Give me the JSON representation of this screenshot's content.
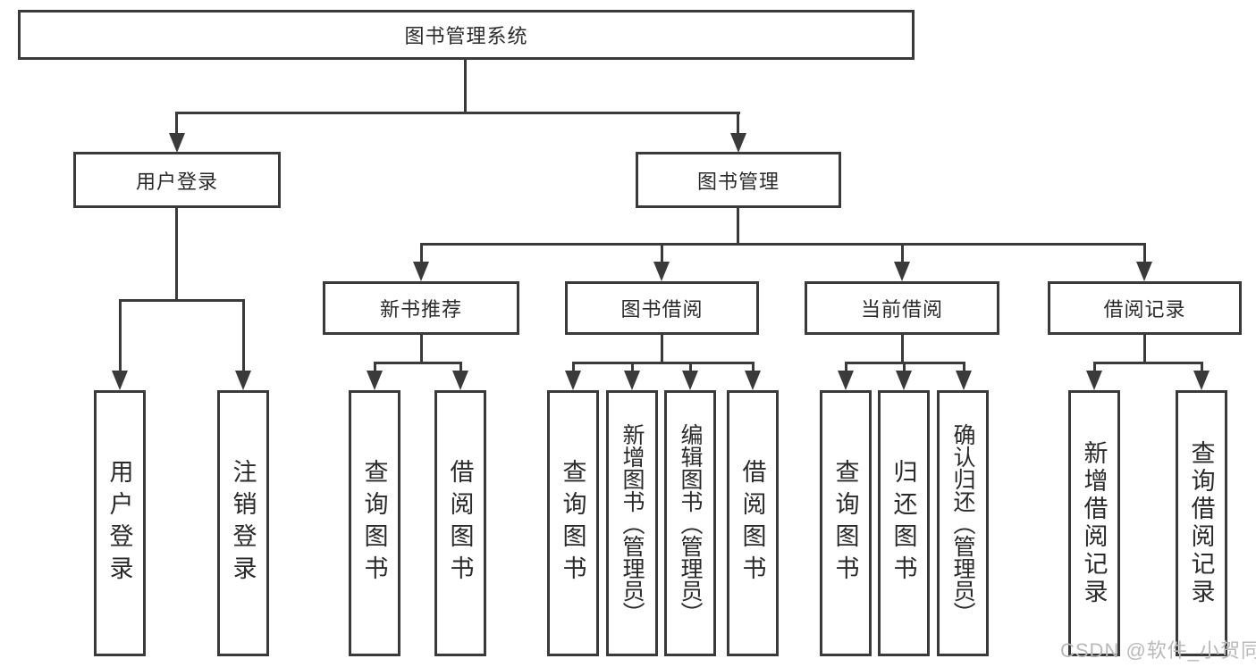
{
  "colors": {
    "line": "#3a3a3a",
    "text": "#2a2a2a",
    "watermark": "#b9b9b9",
    "background": "#ffffff"
  },
  "watermark": {
    "text": "CSDN @软件_小贺同学"
  },
  "diagram": {
    "root": {
      "label": "图书管理系统"
    },
    "branches": [
      {
        "label": "用户登录",
        "leaves": [
          {
            "label": "用户登录"
          },
          {
            "label": "注销登录"
          }
        ]
      },
      {
        "label": "图书管理",
        "groups": [
          {
            "label": "新书推荐",
            "leaves": [
              {
                "label": "查询图书"
              },
              {
                "label": "借阅图书"
              }
            ]
          },
          {
            "label": "图书借阅",
            "leaves": [
              {
                "label": "查询图书"
              },
              {
                "label": "新增图书（管理员）"
              },
              {
                "label": "编辑图书（管理员）"
              },
              {
                "label": "借阅图书"
              }
            ]
          },
          {
            "label": "当前借阅",
            "leaves": [
              {
                "label": "查询图书"
              },
              {
                "label": "归还图书"
              },
              {
                "label": "确认归还（管理员）"
              }
            ]
          },
          {
            "label": "借阅记录",
            "leaves": [
              {
                "label": "新增借阅记录"
              },
              {
                "label": "查询借阅记录"
              }
            ]
          }
        ]
      }
    ]
  }
}
